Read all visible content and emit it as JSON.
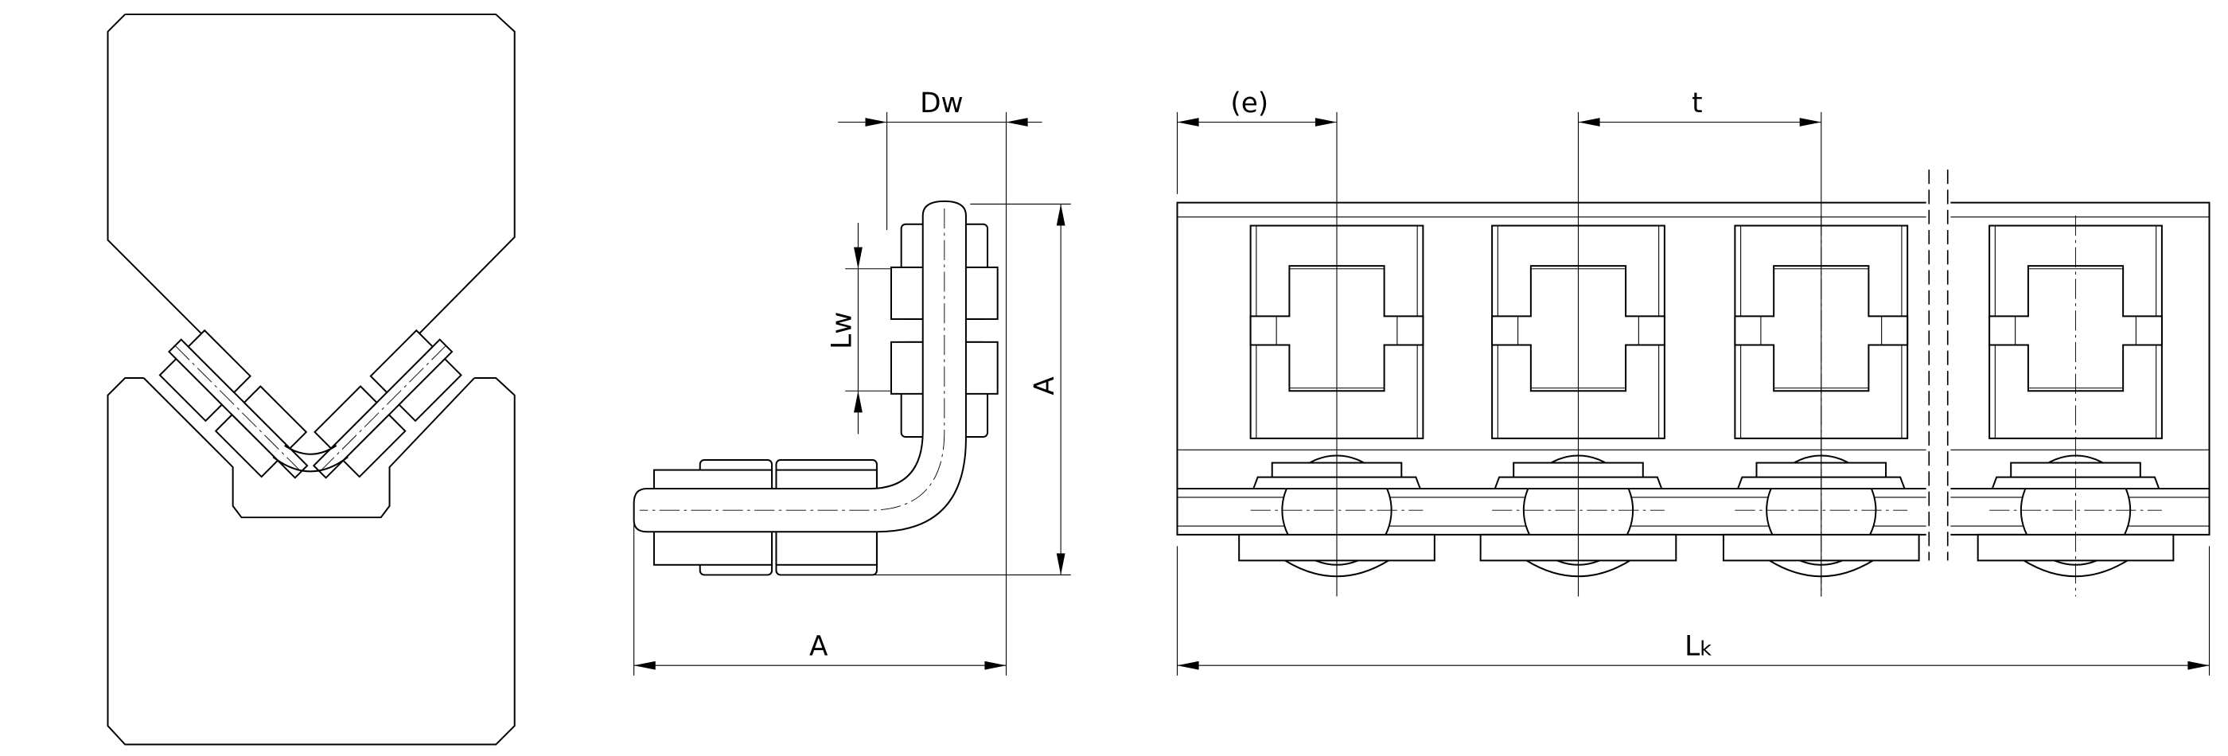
{
  "drawing": {
    "labels": {
      "dw": "Dw",
      "lw": "Lw",
      "a_vertical": "A",
      "a_horizontal": "A",
      "e": "(e)",
      "t": "t",
      "lk_main": "L",
      "lk_sub": "k"
    },
    "side_view_link_count": 4,
    "colors": {
      "line": "#000000",
      "background": "#ffffff"
    }
  }
}
